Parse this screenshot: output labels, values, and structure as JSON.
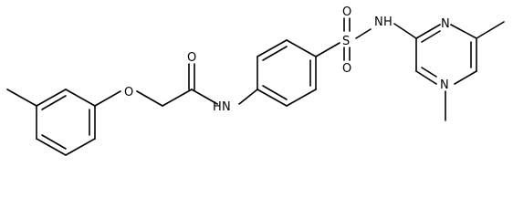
{
  "diagram": {
    "type": "chemical-structure",
    "line_color": "#000000",
    "background": "#ffffff",
    "atom_labels": {
      "ether_oxygen": "O",
      "carbonyl_oxygen": "O",
      "amide_nitrogen": "N",
      "amide_hydrogen": "H",
      "sulfur": "S",
      "sulfonyl_oxygen_top": "O",
      "sulfonyl_oxygen_bottom": "O",
      "sulfonamide_nitrogen": "N",
      "sulfonamide_hydrogen": "H",
      "pyrimidine_n_top": "N",
      "pyrimidine_n_bottom": "N"
    }
  }
}
